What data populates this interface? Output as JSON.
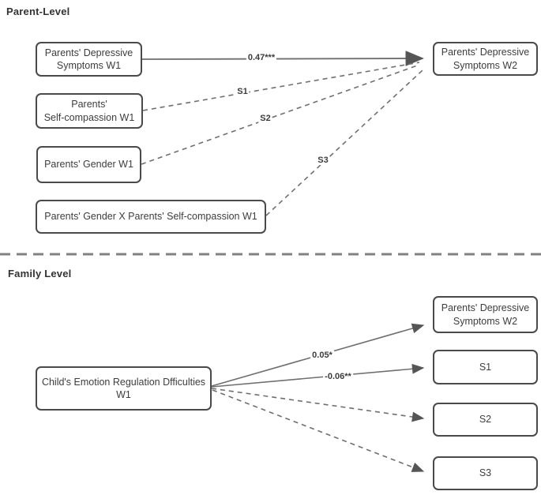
{
  "parent_level": {
    "title": "Parent-Level",
    "boxes": {
      "depressive_w1": {
        "line1": "Parents' Depressive",
        "line2": "Symptoms W1"
      },
      "self_compassion_w1": {
        "line1": "Parents'",
        "line2": "Self-compassion W1"
      },
      "gender_w1": {
        "label": "Parents' Gender W1"
      },
      "gender_x_self_compassion_w1": {
        "label": "Parents' Gender X Parents' Self-compassion W1"
      },
      "depressive_w2": {
        "line1": "Parents' Depressive",
        "line2": "Symptoms W2"
      }
    },
    "path_labels": {
      "stability": "0.47***",
      "s1": "S1",
      "s2": "S2",
      "s3": "S3"
    }
  },
  "family_level": {
    "title": "Family Level",
    "boxes": {
      "child_emotion_regulation_w1": {
        "line1": "Child's Emotion Regulation Dfficulties",
        "line2": "W1"
      },
      "depressive_w2": {
        "line1": "Parents' Depressive",
        "line2": "Symptoms W2"
      },
      "s1": {
        "label": "S1"
      },
      "s2": {
        "label": "S2"
      },
      "s3": {
        "label": "S3"
      }
    },
    "path_labels": {
      "to_depressive_w2": "0.05*",
      "to_s1": "-0.06**"
    }
  },
  "colors": {
    "box_border": "#4a4a4a",
    "line": "#6f6f6f",
    "divider": "#828282",
    "text": "#3d3d3d",
    "background": "#ffffff"
  }
}
